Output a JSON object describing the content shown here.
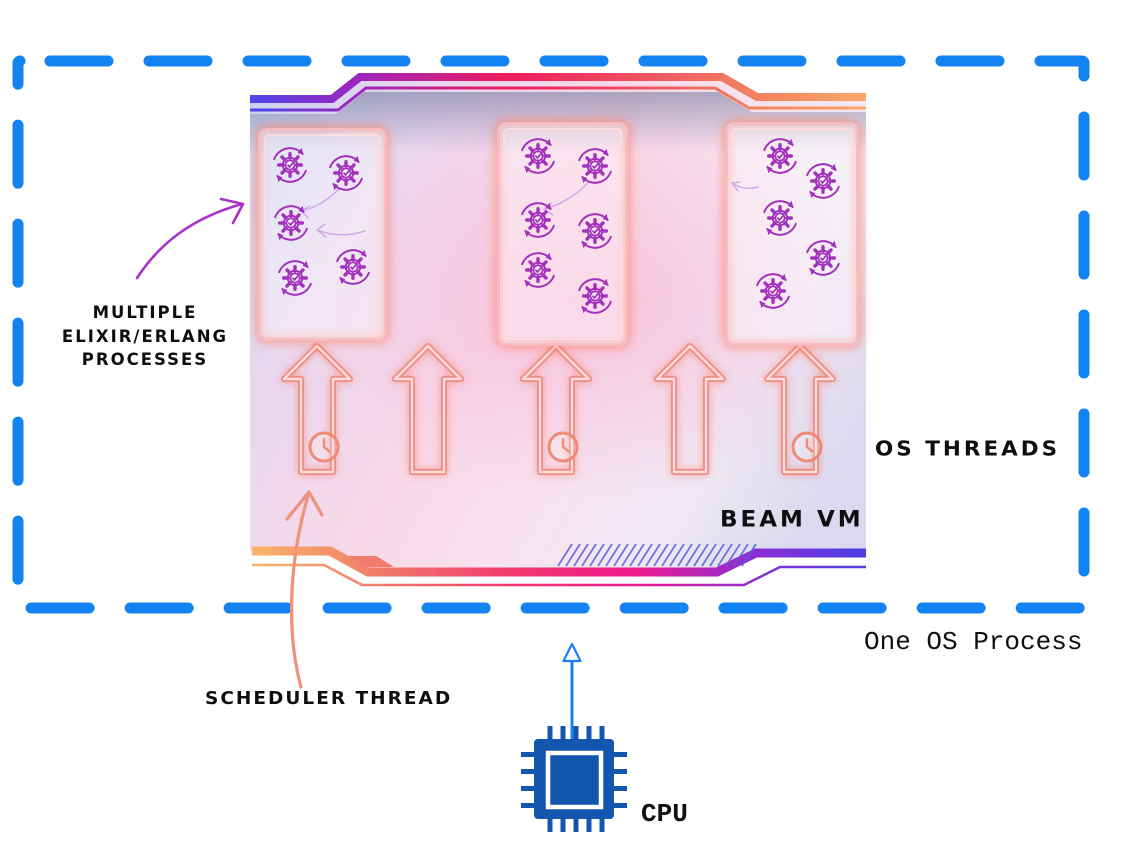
{
  "diagram_title": "BEAM VM scheduling diagram",
  "labels": {
    "multiple_processes_line1": "MULTIPLE",
    "multiple_processes_line2": "ELIXIR/ERLANG",
    "multiple_processes_line3": "PROCESSES",
    "scheduler_thread": "SCHEDULER THREAD",
    "os_threads": "OS THREADS",
    "beam_vm": "BEAM VM",
    "one_os_process": "One OS Process",
    "cpu": "CPU"
  },
  "beam_vm": {
    "process_groups": [
      {
        "name": "process-group-1",
        "process_count": 5
      },
      {
        "name": "process-group-2",
        "process_count": 6
      },
      {
        "name": "process-group-3",
        "process_count": 5
      }
    ],
    "os_threads": {
      "count": 5,
      "threads_with_scheduler_clock": [
        1,
        3,
        5
      ]
    }
  },
  "icons": {
    "process": "gear-process-icon",
    "clock": "clock-icon",
    "cpu": "cpu-chip-icon"
  },
  "colors": {
    "os_process_dashed_border": "#1483f2",
    "cpu_blue": "#1356ae",
    "process_gear_purple": "#a232bc",
    "thread_salmon": "#ee8d82",
    "annotation_arrow_purple": "#a832c8",
    "annotation_arrow_orange": "#f0927b",
    "annotation_arrow_blue": "#1b7ff2",
    "hatch_indigo": "#5b5fd8",
    "top_band_gradient": [
      "#4b45ea",
      "#9827c2",
      "#ee1c5c",
      "#f0795f",
      "#f9a868"
    ],
    "bottom_band_gradient": [
      "#f9b569",
      "#f0836a",
      "#f2386f",
      "#ed1a8b",
      "#8c2ed6",
      "#4a3fe3"
    ]
  }
}
